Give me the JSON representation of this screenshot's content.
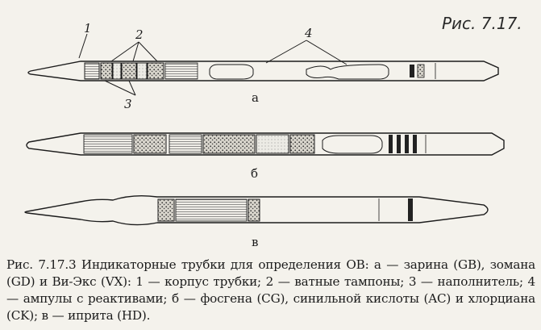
{
  "figure_mark": "Рис. 7.17.",
  "labels": {
    "num_1": "1",
    "num_2": "2",
    "num_3": "3",
    "num_4": "4",
    "tube_a": "а",
    "tube_b": "б",
    "tube_c": "в"
  },
  "caption": {
    "fig_number": "Рис. 7.17.3",
    "text": "Индикаторные трубки для определения ОВ: а — зарина (GB), зомана (GD) и Ви-Экс (VX): 1 — корпус трубки; 2 — ватные тампоны; 3 — наполнитель; 4 — ампулы с реактивами; б — фосгена (CG), синильной кислоты (AC) и хлорциана (CK); в — иприта (HD)."
  },
  "colors": {
    "ink": "#1c1c1c",
    "paper": "#f4f2ec"
  }
}
